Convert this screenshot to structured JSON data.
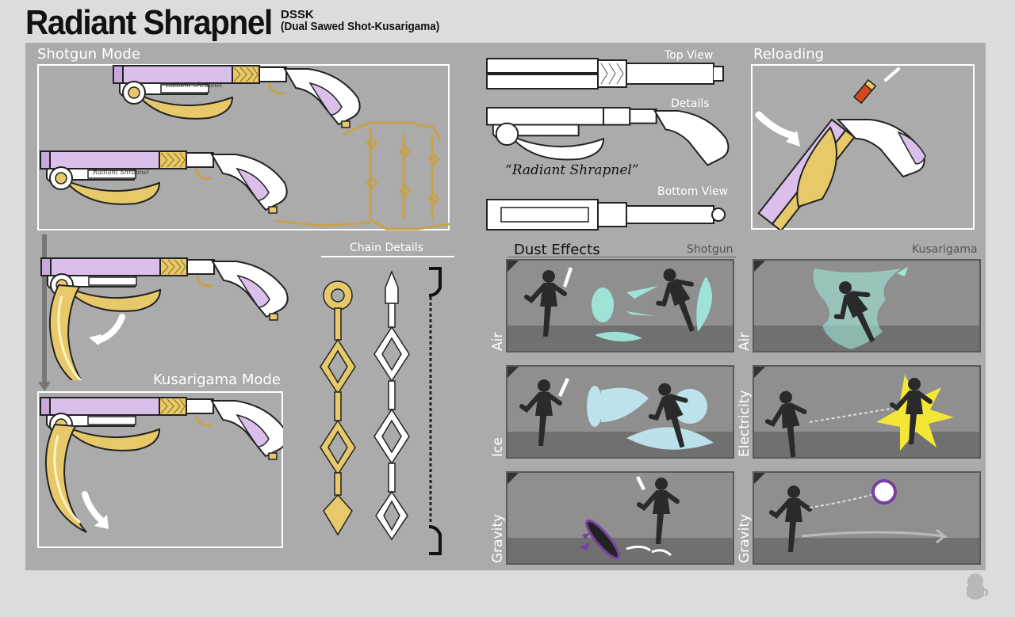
{
  "header": {
    "title": "Radiant Shrapnel",
    "code": "DSSK",
    "subtitle": "(Dual Sawed Shot-Kusarigama)"
  },
  "sections": {
    "shotgun_mode": "Shotgun Mode",
    "kusarigama_mode": "Kusarigama Mode",
    "chain_details": "Chain Details",
    "top_view": "Top View",
    "details": "Details",
    "bottom_view": "Bottom View",
    "reloading": "Reloading",
    "engraving": "“Radiant Shrapnel”",
    "dust_effects": "Dust Effects"
  },
  "weapon_plate": "Radiant Shrapnel",
  "dust": {
    "col_shotgun": "Shotgun",
    "col_kusarigama": "Kusarigama",
    "shotgun_rows": [
      "Air",
      "Ice",
      "Gravity"
    ],
    "kusarigama_rows": [
      "Air",
      "Electricity",
      "Gravity"
    ]
  },
  "colors": {
    "lavender": "#d9bfe9",
    "gold": "#e8c96a",
    "white": "#ffffff",
    "air": "#9fe8da",
    "ice": "#bfe8f0",
    "gravity": "#7a3fa0",
    "electricity": "#f3e634"
  }
}
